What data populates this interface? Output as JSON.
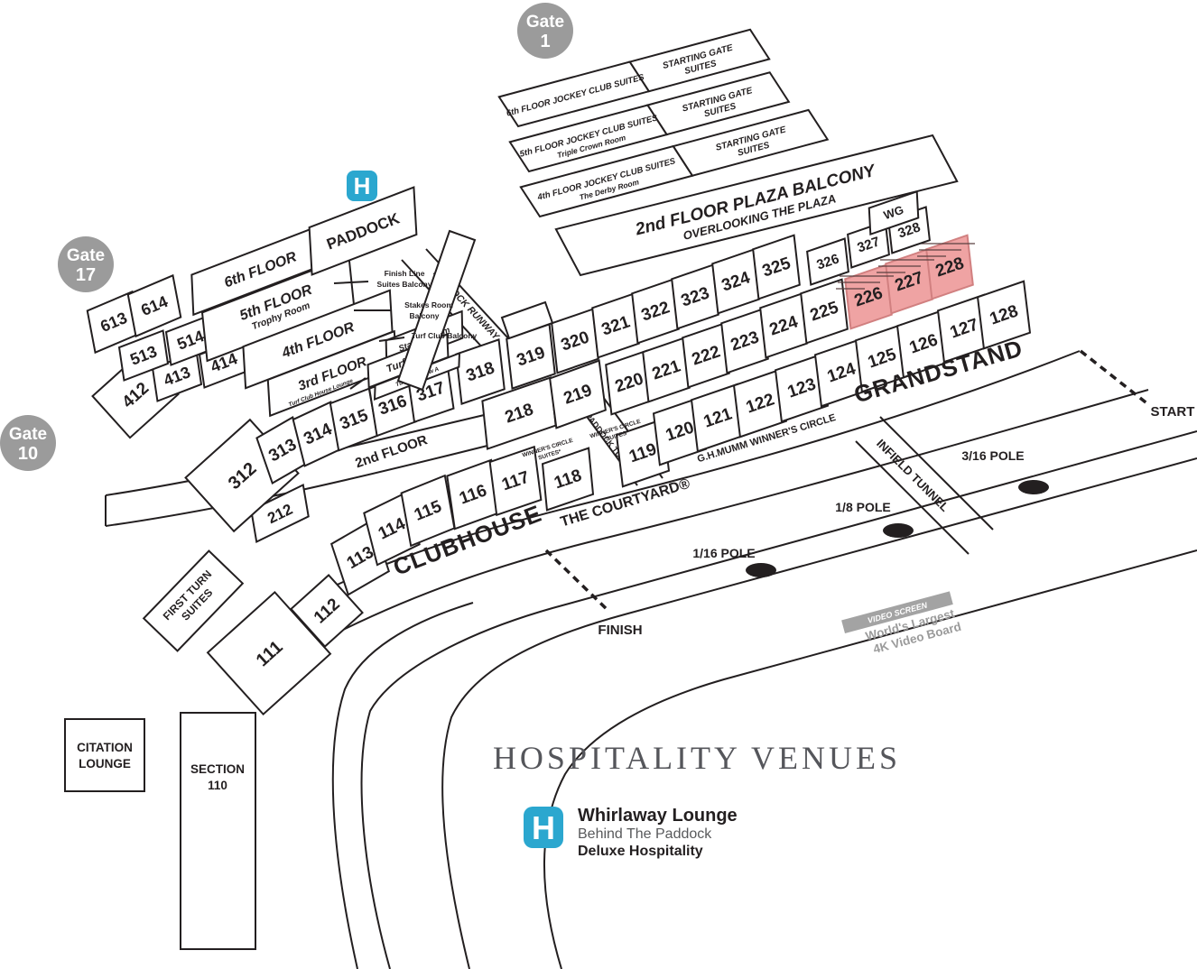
{
  "title": "HOSPITALITY VENUES",
  "colors": {
    "line": "#231f20",
    "accent_blue": "#2ba7cf",
    "highlight_pink": "#efa3a3",
    "highlight_border": "#d18080",
    "gate_gray": "#9b9b9b",
    "title_gray": "#55565b",
    "video_gray": "#a3a3a3"
  },
  "gates": {
    "g1": {
      "word": "Gate",
      "num": "1"
    },
    "g17": {
      "word": "Gate",
      "num": "17"
    },
    "g10": {
      "word": "Gate",
      "num": "10"
    }
  },
  "suites": {
    "r6": {
      "main": "6th FLOOR JOCKEY CLUB SUITES",
      "sub": ""
    },
    "r5": {
      "main": "5th FLOOR JOCKEY CLUB SUITES",
      "sub": "Triple Crown Room"
    },
    "r4": {
      "main": "4th FLOOR JOCKEY CLUB SUITES",
      "sub": "The Derby Room"
    },
    "starting1": "STARTING GATE",
    "starting2": "SUITES",
    "plaza1": "2nd FLOOR PLAZA BALCONY",
    "plaza2": "OVERLOOKING THE PLAZA"
  },
  "floors": {
    "f6": "6th FLOOR",
    "f5": "5th FLOOR",
    "f5sub": "Trophy Room",
    "f4": "4th FLOOR",
    "f3": "3rd FLOOR",
    "f2": "2nd FLOOR",
    "stakes": "Stakes Room",
    "turf": "Turf Club",
    "turf_row": "Turf Club Row A",
    "turf_lounge": "Turf Club House Lounge",
    "paddock": "PADDOCK"
  },
  "annotations": {
    "finish1": "Finish Line",
    "finish2": "Suites Balcony",
    "stakes1": "Stakes Room",
    "stakes2": "Balcony",
    "turf": "Turf Club Balcony"
  },
  "corridors": {
    "paddock_runway": "PADDOCK RUNWAY",
    "paddock_tunnel": "PADDOCK TUNNEL",
    "infield_tunnel": "INFIELD TUNNEL"
  },
  "areas": {
    "clubhouse": "CLUBHOUSE",
    "courtyard": "THE COURTYARD®",
    "grandstand": "GRANDSTAND",
    "mumm": "G.H.MUMM WINNER'S CIRCLE",
    "wc1": "WINNER'S CIRCLE",
    "wc2": "SUITES*",
    "first_turn1": "FIRST TURN",
    "first_turn2": "SUITES",
    "citation1": "CITATION",
    "citation2": "LOUNGE",
    "section110a": "SECTION",
    "section110b": "110"
  },
  "track": {
    "start": "START",
    "finish": "FINISH",
    "pole316": "3/16 POLE",
    "pole18": "1/8 POLE",
    "pole116": "1/16 POLE",
    "video_screen": "VIDEO SCREEN",
    "video1": "World's Largest",
    "video2": "4K Video Board"
  },
  "sections": {
    "111": "111",
    "112": "112",
    "113": "113",
    "114": "114",
    "115": "115",
    "116": "116",
    "117": "117",
    "118": "118",
    "119": "119",
    "120": "120",
    "121": "121",
    "122": "122",
    "123": "123",
    "124": "124",
    "125": "125",
    "126": "126",
    "127": "127",
    "128": "128",
    "212": "212",
    "218": "218",
    "219": "219",
    "220": "220",
    "221": "221",
    "222": "222",
    "223": "223",
    "224": "224",
    "225": "225",
    "226": "226",
    "227": "227",
    "228": "228",
    "312": "312",
    "313": "313",
    "314": "314",
    "315": "315",
    "316": "316",
    "317": "317",
    "318": "318",
    "319": "319",
    "320": "320",
    "321": "321",
    "322": "322",
    "323": "323",
    "324": "324",
    "325": "325",
    "326": "326",
    "327": "327",
    "328": "328",
    "wg": "WG",
    "412": "412",
    "413": "413",
    "414": "414",
    "513": "513",
    "514": "514",
    "613": "613",
    "614": "614"
  },
  "legend": {
    "h": "H",
    "name": "Whirlaway Lounge",
    "desc1": "Behind The Paddock",
    "desc2": "Deluxe Hospitality"
  }
}
